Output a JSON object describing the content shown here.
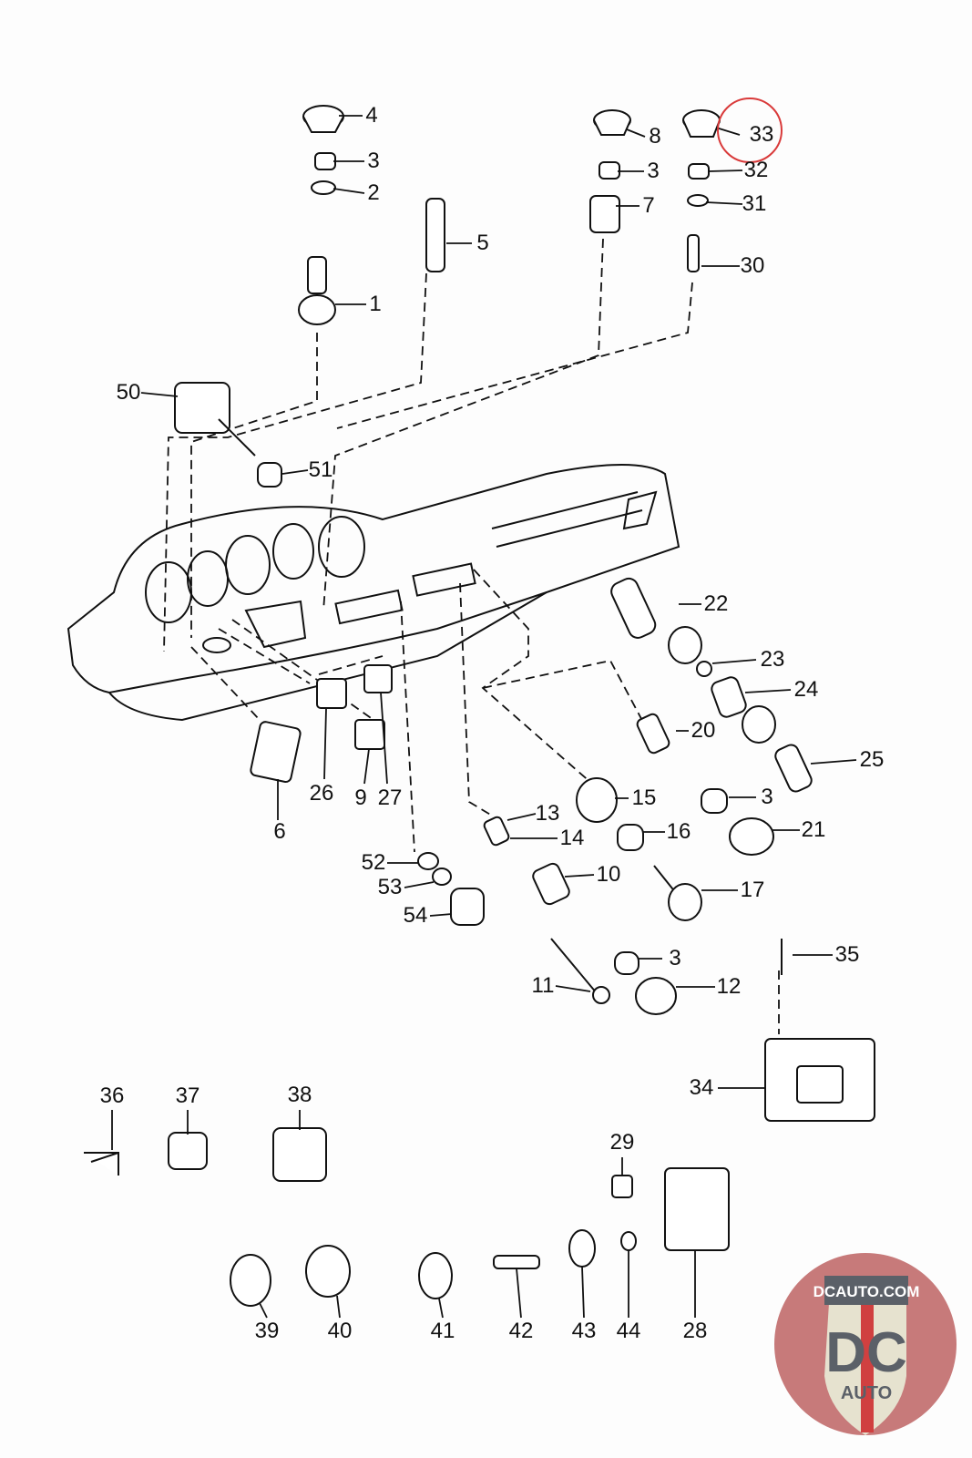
{
  "diagram": {
    "callouts": [
      "4",
      "3",
      "2",
      "5",
      "1",
      "8",
      "3",
      "7",
      "33",
      "32",
      "31",
      "30",
      "50",
      "51",
      "22",
      "23",
      "24",
      "20",
      "25",
      "15",
      "3",
      "13",
      "14",
      "16",
      "21",
      "26",
      "9",
      "27",
      "6",
      "10",
      "17",
      "52",
      "53",
      "54",
      "3",
      "35",
      "11",
      "12",
      "34",
      "36",
      "37",
      "38",
      "29",
      "39",
      "40",
      "41",
      "42",
      "43",
      "44",
      "28"
    ],
    "highlighted_callout": "33",
    "highlight_color": "#d93a3a",
    "line_color": "#111111"
  },
  "logo": {
    "top_text": "DCAUTO.COM",
    "main_text": "DC",
    "sub_text": "AUTO",
    "colors": {
      "badge": "#c77a7a",
      "shield": "#e6e2cf",
      "letters": "#5b6068",
      "stripe": "#d04040"
    }
  }
}
